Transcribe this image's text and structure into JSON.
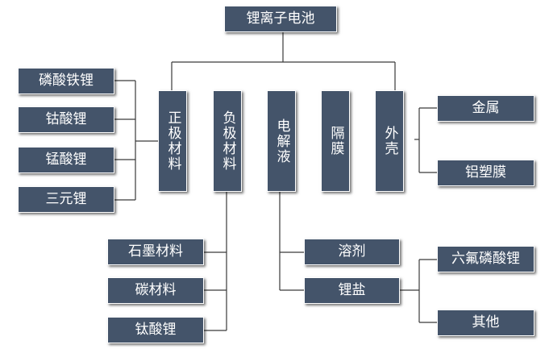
{
  "diagram": {
    "root": "锂离子电池",
    "components": {
      "cathode": "正极材料",
      "anode": "负极材料",
      "electrolyte": "电解液",
      "separator": "隔膜",
      "casing": "外壳"
    },
    "cathode_types": [
      "磷酸铁锂",
      "钴酸锂",
      "锰酸锂",
      "三元锂"
    ],
    "anode_types": [
      "石墨材料",
      "碳材料",
      "钛酸锂"
    ],
    "electrolyte_parts": {
      "solvent": "溶剂",
      "salt": "锂盐"
    },
    "salt_types": [
      "六氟磷酸锂",
      "其他"
    ],
    "casing_types": [
      "金属",
      "铝塑膜"
    ],
    "colors": {
      "box_fill": "#44546a",
      "box_text": "#ffffff",
      "connector": "#3a3a3a"
    }
  }
}
